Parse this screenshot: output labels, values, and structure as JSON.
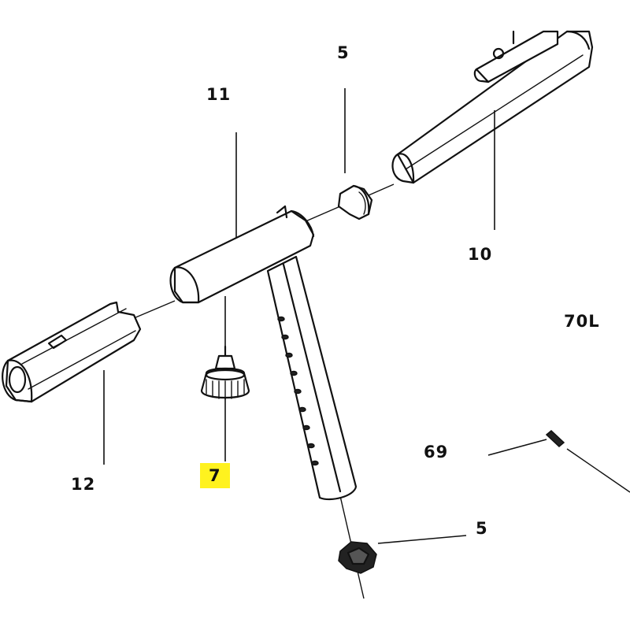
{
  "diagram": {
    "callouts": {
      "part_5_top": "5",
      "part_11": "11",
      "part_10": "10",
      "part_70l": "70L",
      "part_12": "12",
      "part_7": "7",
      "part_69": "69",
      "part_5_bottom": "5"
    },
    "highlighted_callout": "7",
    "colors": {
      "highlight": "#fff21f",
      "ink": "#111111",
      "background": "#ffffff"
    }
  }
}
